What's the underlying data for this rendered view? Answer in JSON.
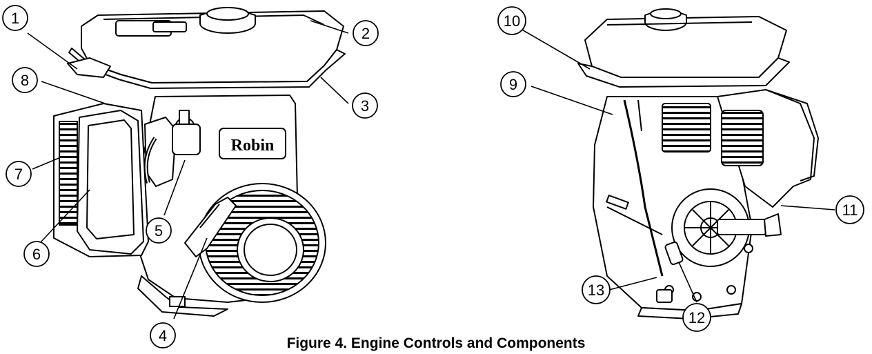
{
  "caption": "Figure 4. Engine Controls and Components",
  "brand_label": "Robin",
  "callouts": [
    "1",
    "2",
    "3",
    "4",
    "5",
    "6",
    "7",
    "8",
    "9",
    "10",
    "11",
    "12",
    "13"
  ],
  "colors": {
    "ink": "#000000",
    "paper": "#ffffff",
    "shade": "#d8d8d8"
  }
}
